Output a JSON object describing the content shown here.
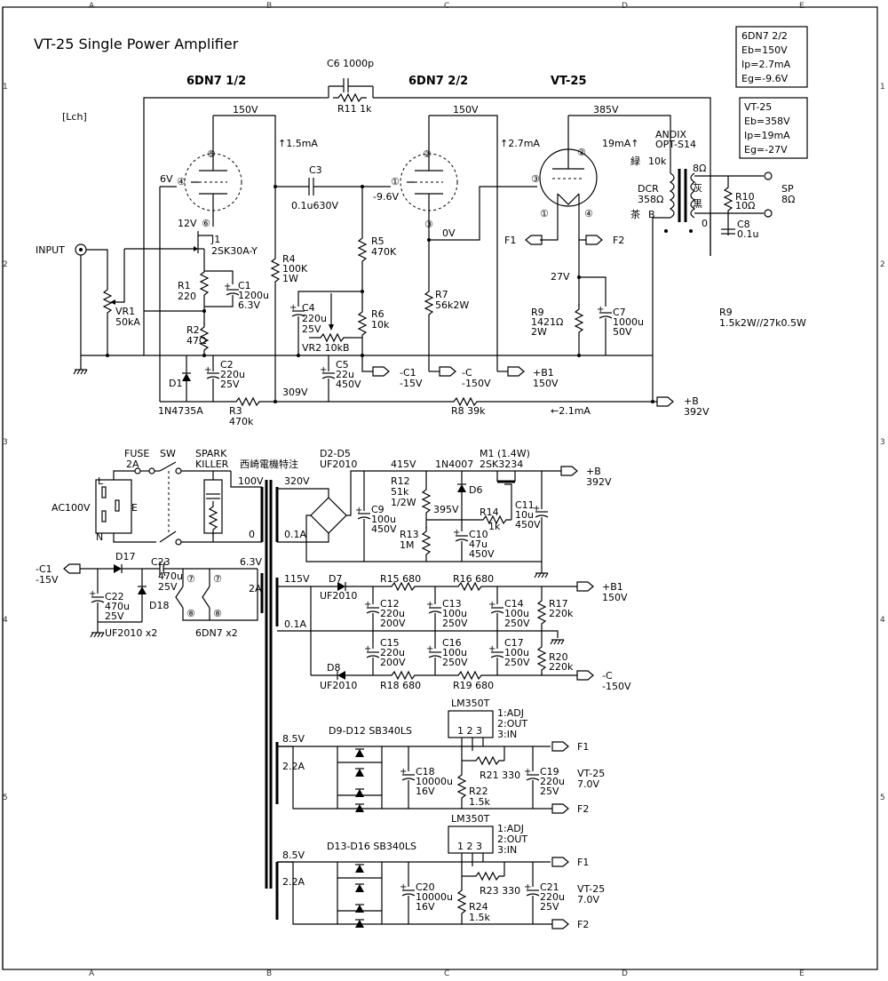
{
  "title": "VT-25 Single Power Amplifier",
  "channel_label": "[Lch]",
  "tube_labels": {
    "tube1": "6DN7 1/2",
    "tube2": "6DN7 2/2",
    "tube3": "VT-25"
  },
  "info_6dn7": [
    "6DN7 2/2",
    "Eb=150V",
    "Ip=2.7mA",
    "Eg=-9.6V"
  ],
  "info_vt25": [
    "VT-25",
    "Eb=358V",
    "Ip=19mA",
    "Eg=-27V"
  ],
  "grid_cols": [
    "A",
    "B",
    "C",
    "D",
    "E"
  ],
  "grid_rows": [
    "1",
    "2",
    "3",
    "4",
    "5"
  ],
  "pins": {
    "p5": "⑤",
    "p4": "④",
    "p6": "⑥",
    "p1": "①",
    "p2": "②",
    "p3": "③"
  },
  "amp": {
    "c6": "C6 1000p",
    "r11": "R11 1k",
    "v150a": "150V",
    "v150b": "150V",
    "v385": "385V",
    "i15": "↑1.5mA",
    "i27": "↑2.7mA",
    "i19": "19mA↑",
    "andix": "ANDIX",
    "opt": "OPT-S14",
    "green": "緑",
    "k10": "10k",
    "dcr": "DCR",
    "dcr_val": "358Ω",
    "brown": "茶",
    "b": "B",
    "gray": "灰",
    "black": "黒",
    "o8": "8Ω",
    "o0": "0",
    "r10": "R10",
    "r10v": "10Ω",
    "c8": "C8",
    "c8v": "0.1u",
    "sp": "SP",
    "sp8": "8Ω",
    "v6": "6V",
    "v12": "12V",
    "c3": "C3",
    "c3v": "0.1u630V",
    "vm96": "-9.6V",
    "v0": "0V",
    "j1": "J1",
    "j1v": "2SK30A-Y",
    "r4": "R4",
    "r4a": "100K",
    "r4b": "1W",
    "r5": "R5",
    "r5v": "470K",
    "r7": "R7",
    "r7v": "56k2W",
    "input": "INPUT",
    "vr1": "VR1",
    "vr1v": "50kA",
    "r1": "R1",
    "r1v": "220",
    "c1": "C1",
    "c1a": "1200u",
    "c1b": "6.3V",
    "f1": "F1",
    "f2": "F2",
    "v27": "27V",
    "r9a": "R9",
    "r9av": "1421Ω",
    "r9ab": "2W",
    "c7": "C7",
    "c7a": "1000u",
    "c7b": "50V",
    "r9b": "R9",
    "r9bv": "1.5k2W//27k0.5W",
    "c4": "C4",
    "c4a": "220u",
    "c4b": "25V",
    "r6": "R6",
    "r6v": "10k",
    "r2": "R2",
    "r2v": "47Ω",
    "vr2": "VR2 10kB",
    "c2": "C2",
    "c2a": "220u",
    "c2b": "25V",
    "c5": "C5",
    "c5a": "22u",
    "c5b": "450V",
    "d1": "D1",
    "d1v": "1N4735A",
    "c1n": "-C1",
    "c1nv": "-15V",
    "cn": "-C",
    "cnv": "-150V",
    "b1": "+B1",
    "b1v": "150V",
    "v309": "309V",
    "r3": "R3",
    "r3v": "470k",
    "r8": "R8 39k",
    "i21": "←2.1mA",
    "bp": "+B",
    "bpv": "392V"
  },
  "psu": {
    "fuse": "FUSE",
    "fuse2a": "2A",
    "sw": "SW",
    "spark1": "SPARK",
    "spark2": "KILLER",
    "maker": "西崎電機特注",
    "ac": "AC100V",
    "l": "L",
    "e": "E",
    "n": "N",
    "v100": "100V",
    "t0": "0",
    "v320": "320V",
    "a01": "0.1A",
    "d25": "D2-D5",
    "d25v": "UF2010",
    "v415": "415V",
    "n4007": "1N4007",
    "m1": "M1 (1.4W)",
    "m1v": "2SK3234",
    "bp": "+B",
    "bpv": "392V",
    "r12": "R12",
    "r12a": "51k",
    "r12b": "1/2W",
    "d6": "D6",
    "v395": "395V",
    "r14": "R14",
    "r14v": "1k",
    "c11": "C11",
    "c11a": "10u",
    "c11b": "450V",
    "c9": "C9",
    "c9a": "100u",
    "c9b": "450V",
    "r13": "R13",
    "r13v": "1M",
    "c10": "C10",
    "c10a": "47u",
    "c10b": "450V",
    "c1n": "-C1",
    "c1nv": "-15V",
    "d17": "D17",
    "c23": "C23",
    "c23a": "470u",
    "c23b": "25V",
    "v63": "6.3V",
    "a2": "2A",
    "p7a": "⑦",
    "p7b": "⑦",
    "p8a": "⑧",
    "p8b": "⑧",
    "c22": "C22",
    "c22a": "470u",
    "c22b": "25V",
    "d18": "D18",
    "uf2": "UF2010 x2",
    "dn2": "6DN7 x2",
    "v115": "115V",
    "a01b": "0.1A",
    "d7": "D7",
    "d7v": "UF2010",
    "r15": "R15 680",
    "r16": "R16 680",
    "b1": "+B1",
    "b1v": "150V",
    "c12": "C12",
    "c12a": "220u",
    "c12b": "200V",
    "c13": "C13",
    "c13a": "100u",
    "c13b": "250V",
    "c14": "C14",
    "c14a": "100u",
    "c14b": "250V",
    "r17": "R17",
    "r17v": "220k",
    "c15": "C15",
    "c15a": "220u",
    "c15b": "200V",
    "c16": "C16",
    "c16a": "100u",
    "c16b": "250V",
    "c17": "C17",
    "c17a": "100u",
    "c17b": "250V",
    "r20": "R20",
    "r20v": "220k",
    "d8": "D8",
    "d8v": "UF2010",
    "r18": "R18 680",
    "r19": "R19 680",
    "cn": "-C",
    "cnv": "-150V"
  },
  "fil1": {
    "reg": "LM350T",
    "pins": "1 2 3",
    "adj": "1:ADJ",
    "out": "2:OUT",
    "in": "3:IN",
    "diodes": "D9-D12 SB340LS",
    "v85": "8.5V",
    "a22": "2.2A",
    "f1": "F1",
    "f2": "F2",
    "r21": "R21 330",
    "c18": "C18",
    "c18a": "10000u",
    "c18b": "16V",
    "r22": "R22",
    "r22v": "1.5k",
    "c19": "C19",
    "c19a": "220u",
    "c19b": "25V",
    "vt": "VT-25",
    "vtv": "7.0V"
  },
  "fil2": {
    "reg": "LM350T",
    "pins": "1 2 3",
    "adj": "1:ADJ",
    "out": "2:OUT",
    "in": "3:IN",
    "diodes": "D13-D16 SB340LS",
    "v85": "8.5V",
    "a22": "2.2A",
    "f1": "F1",
    "f2": "F2",
    "r23": "R23 330",
    "c20": "C20",
    "c20a": "10000u",
    "c20b": "16V",
    "r24": "R24",
    "r24v": "1.5k",
    "c21": "C21",
    "c21a": "220u",
    "c21b": "25V",
    "vt": "VT-25",
    "vtv": "7.0V"
  }
}
